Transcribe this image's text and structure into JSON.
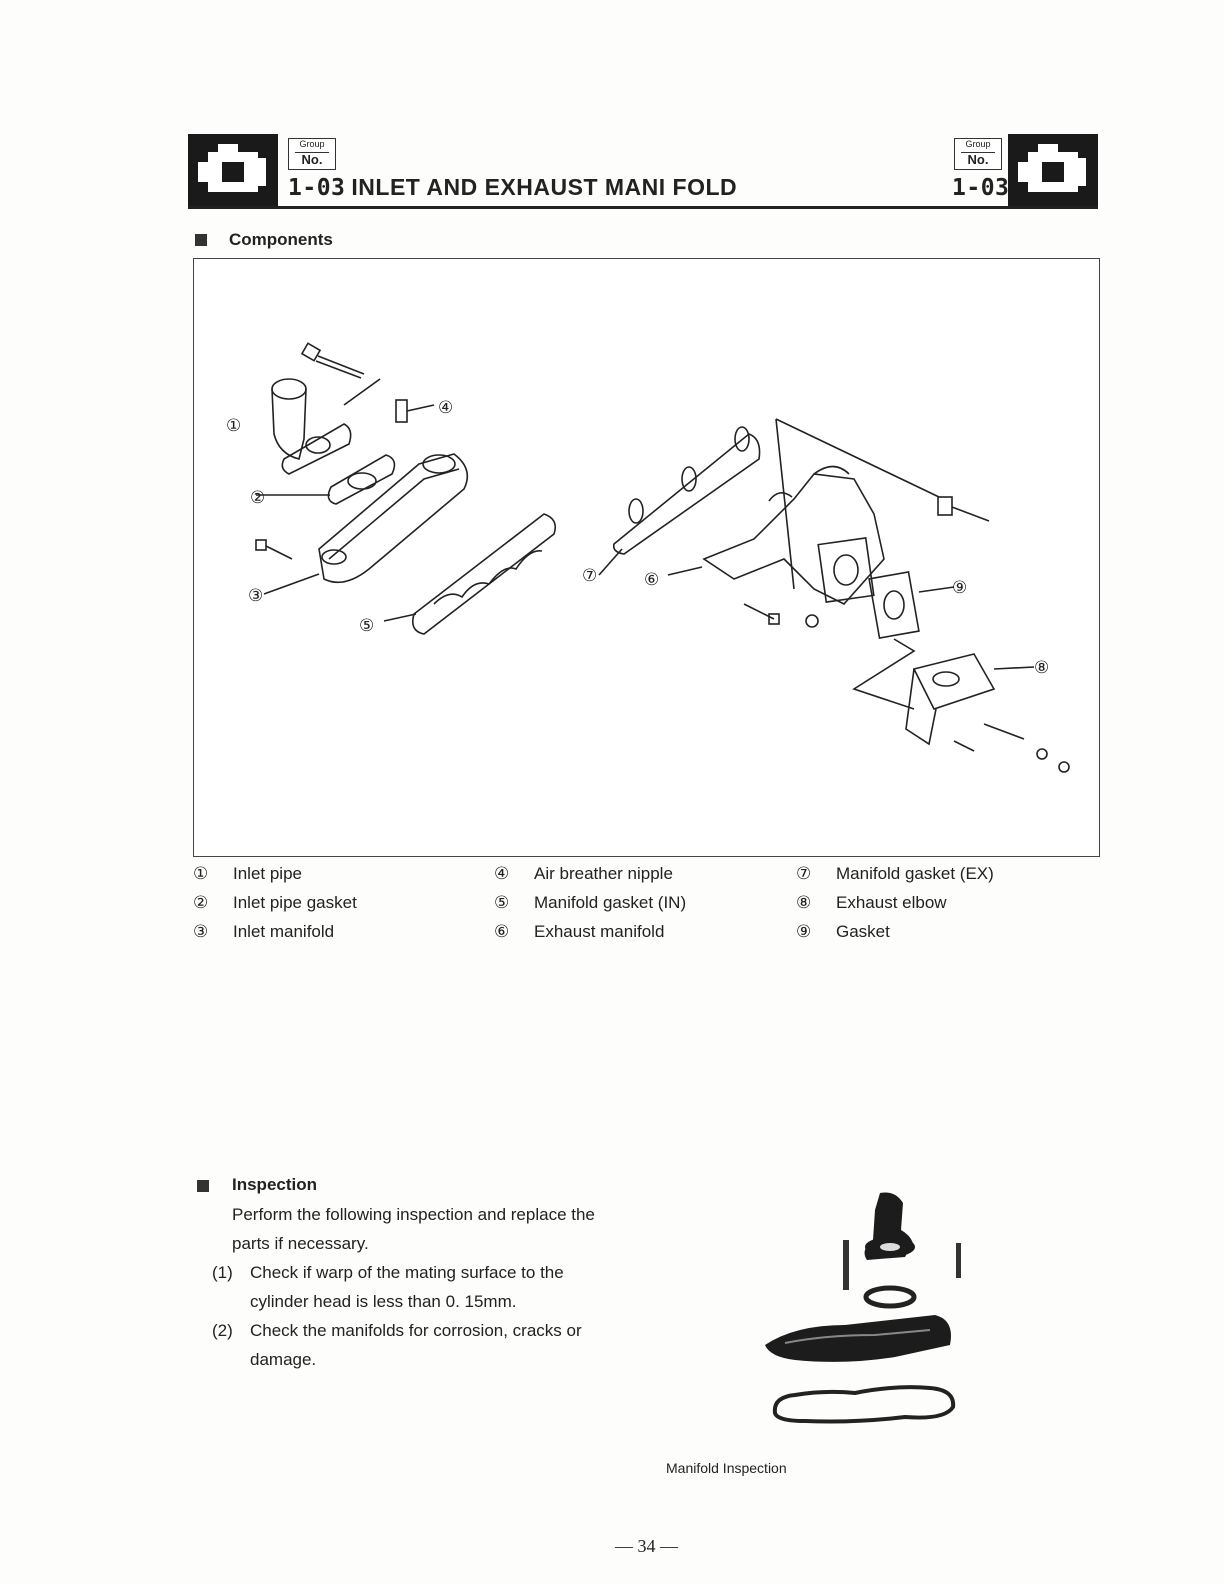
{
  "header": {
    "group_label": "Group",
    "no_label": "No.",
    "group_number": "1-03",
    "section_number": "1-03",
    "title": "INLET AND EXHAUST MANI FOLD"
  },
  "components": {
    "heading": "Components",
    "callouts": [
      "①",
      "②",
      "③",
      "④",
      "⑤",
      "⑥",
      "⑦",
      "⑧",
      "⑨"
    ],
    "legend": [
      {
        "num": "①",
        "label": "Inlet pipe"
      },
      {
        "num": "②",
        "label": "Inlet pipe gasket"
      },
      {
        "num": "③",
        "label": "Inlet manifold"
      },
      {
        "num": "④",
        "label": "Air breather nipple"
      },
      {
        "num": "⑤",
        "label": "Manifold gasket (IN)"
      },
      {
        "num": "⑥",
        "label": "Exhaust manifold"
      },
      {
        "num": "⑦",
        "label": "Manifold gasket (EX)"
      },
      {
        "num": "⑧",
        "label": "Exhaust elbow"
      },
      {
        "num": "⑨",
        "label": "Gasket"
      }
    ]
  },
  "inspection": {
    "heading": "Inspection",
    "intro_line1": "Perform the following inspection and replace the",
    "intro_line2": "parts if necessary.",
    "item1_num": "(1)",
    "item1_line1": "Check if warp of the mating surface to the",
    "item1_line2": "cylinder head is less than 0. 15mm.",
    "item2_num": "(2)",
    "item2_line1": "Check the manifolds for corrosion, cracks or",
    "item2_line2": "damage.",
    "photo_caption": "Manifold Inspection"
  },
  "footer": {
    "page_number": "— 34 —"
  }
}
